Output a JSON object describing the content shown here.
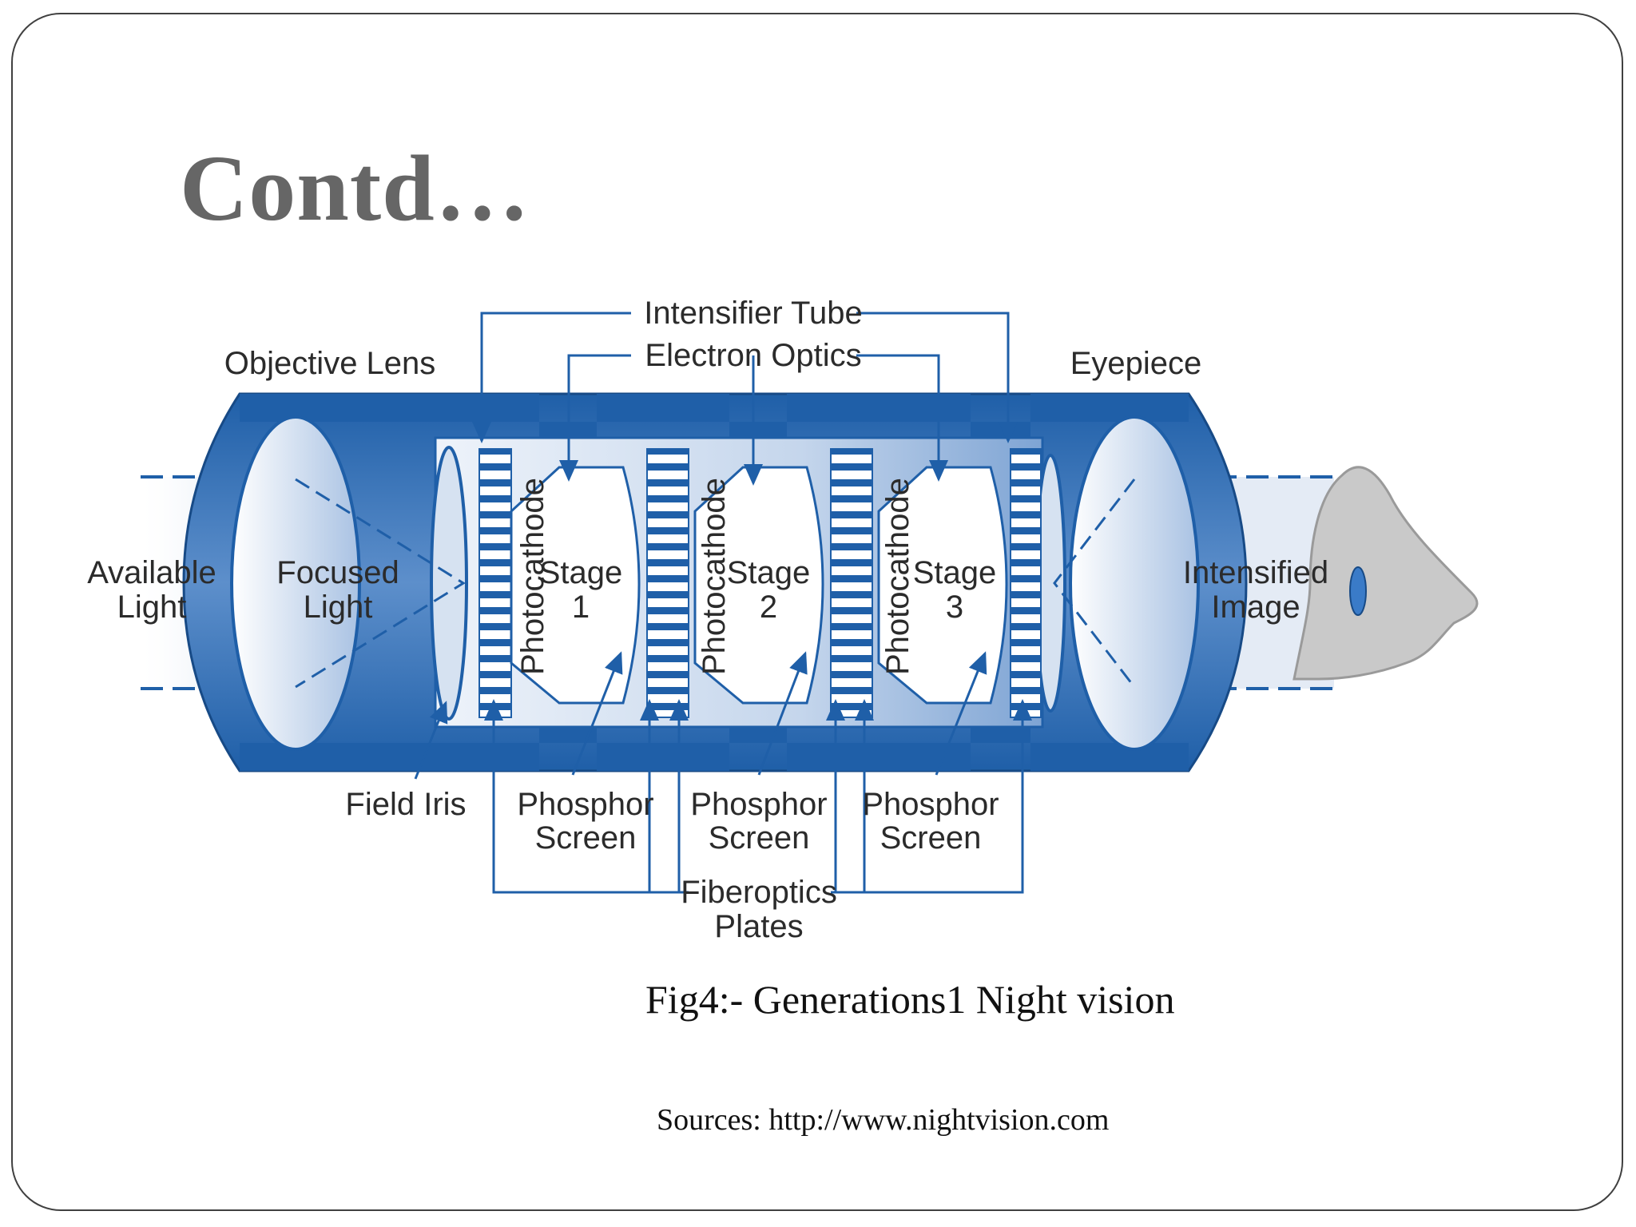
{
  "slide": {
    "title": "Contd…",
    "caption": "Fig4:- Generations1 Night vision",
    "source": "Sources: http://www.nightvision.com"
  },
  "diagram": {
    "top_labels": {
      "intensifier_tube": "Intensifier Tube",
      "electron_optics": "Electron Optics",
      "objective_lens": "Objective Lens",
      "eyepiece": "Eyepiece"
    },
    "left_labels": {
      "available_light": [
        "Available",
        "Light"
      ],
      "focused_light": [
        "Focused",
        "Light"
      ]
    },
    "right_label": [
      "Intensified",
      "Image"
    ],
    "stages": [
      {
        "photocathode": "Photocathode",
        "stage": "Stage",
        "number": "1"
      },
      {
        "photocathode": "Photocathode",
        "stage": "Stage",
        "number": "2"
      },
      {
        "photocathode": "Photocathode",
        "stage": "Stage",
        "number": "3"
      }
    ],
    "bottom_labels": {
      "field_iris": "Field Iris",
      "phosphor_screens": [
        [
          "Phosphor",
          "Screen"
        ],
        [
          "Phosphor",
          "Screen"
        ],
        [
          "Phosphor",
          "Screen"
        ]
      ],
      "fiberoptics_plates": [
        "Fiberoptics",
        "Plates"
      ]
    },
    "colors": {
      "tube_blue": "#1f5fa8",
      "light_blue": "#c9d9ee",
      "label_text": "#2b2b2b",
      "leader_line": "#1f5fa8"
    }
  }
}
